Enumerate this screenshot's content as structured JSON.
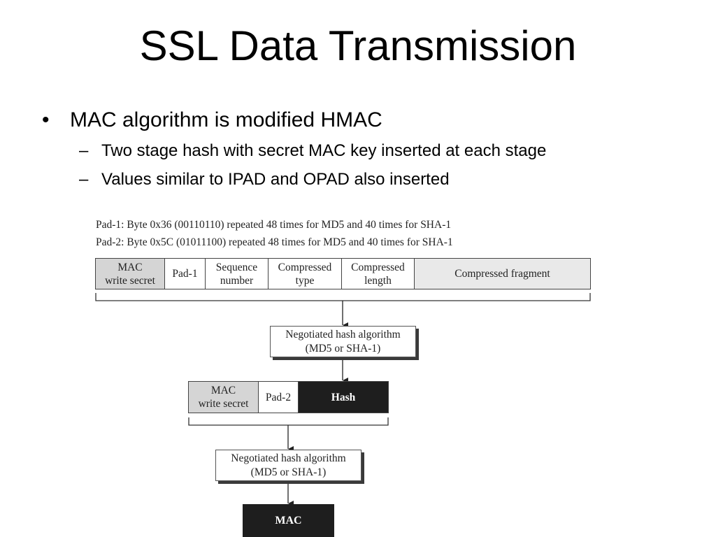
{
  "slide": {
    "title": "SSL Data Transmission",
    "bullet": "MAC algorithm is modified HMAC",
    "sub_bullets": [
      "Two stage hash with secret MAC key inserted at each stage",
      "Values similar to IPAD and OPAD also inserted"
    ],
    "bullet_symbol": "•",
    "sub_bullet_symbol": "–"
  },
  "diagram": {
    "pad_notes": [
      "Pad-1: Byte 0x36 (00110110) repeated 48 times for MD5 and 40 times for SHA-1",
      "Pad-2: Byte 0x5C (01011100) repeated 48 times for MD5 and 40 times for SHA-1"
    ],
    "first_row": [
      "MAC\nwrite secret",
      "Pad-1",
      "Sequence\nnumber",
      "Compressed\ntype",
      "Compressed\nlength",
      "Compressed fragment"
    ],
    "hash_box_1": [
      "Negotiated hash algorithm",
      "(MD5 or SHA-1)"
    ],
    "second_row": [
      "MAC\nwrite secret",
      "Pad-2",
      "Hash"
    ],
    "hash_box_2": [
      "Negotiated hash algorithm",
      "(MD5 or SHA-1)"
    ],
    "output": "MAC",
    "colors": {
      "secret_fill": "#d5d5d5",
      "fragment_fill": "#e9e9e9",
      "dark_fill": "#1e1e1e"
    }
  }
}
